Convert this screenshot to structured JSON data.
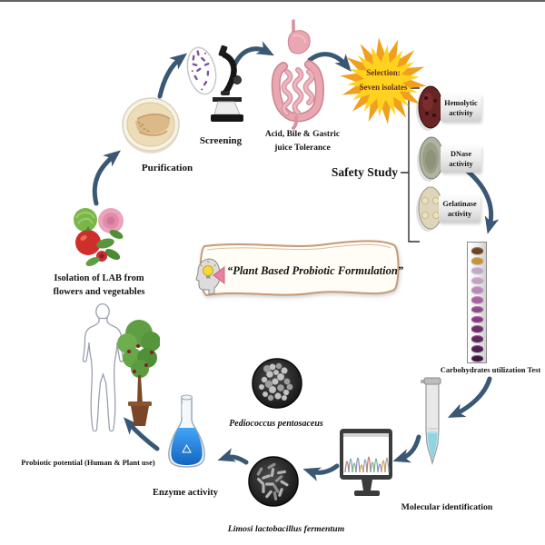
{
  "banner": {
    "text": "“Plant Based Probiotic Formulation”"
  },
  "flow": {
    "isolation": {
      "line1": "Isolation of LAB from",
      "line2": "flowers and vegetables"
    },
    "purification": {
      "label": "Purification"
    },
    "screening": {
      "label": "Screening"
    },
    "tolerance": {
      "line1": "Acid, Bile & Gastric",
      "line2": "juice Tolerance"
    },
    "selection": {
      "line1": "Selection:",
      "line2": "Seven isolates"
    },
    "safety": {
      "label": "Safety Study",
      "tests": [
        {
          "line1": "Hemolytic",
          "line2": "activity"
        },
        {
          "line1": "DNase",
          "line2": "activity"
        },
        {
          "line1": "Gelatinase",
          "line2": "activity"
        }
      ]
    },
    "carbohydrates": {
      "label": "Carbohydrates utilization Test"
    },
    "molecular": {
      "label": "Molecular identification"
    },
    "species": {
      "pediococcus": "Pediococcus pentosaceus",
      "limosilactobacillus": "Limosi lactobacillus fermentum"
    },
    "enzyme": {
      "label": "Enzyme activity"
    },
    "potential": {
      "label": "Probiotic potential (Human & Plant use)"
    }
  },
  "carb_strip": {
    "well_colors": [
      "#6d4423",
      "#c59335",
      "#c3a7ca",
      "#c79fc4",
      "#b78ab7",
      "#a661a3",
      "#8e4a8e",
      "#8a3a84",
      "#6f2d6b",
      "#622660",
      "#531f50",
      "#3e1640"
    ]
  },
  "colors": {
    "arrow": "#3a5874",
    "starburst_outer": "#f0a01d",
    "starburst_inner": "#ffd21f",
    "selection_text": "#6b3016",
    "flask_liquid": "#1e88e5",
    "tube_liquid": "#8fd4e2",
    "banner_border": "#c49a78"
  }
}
